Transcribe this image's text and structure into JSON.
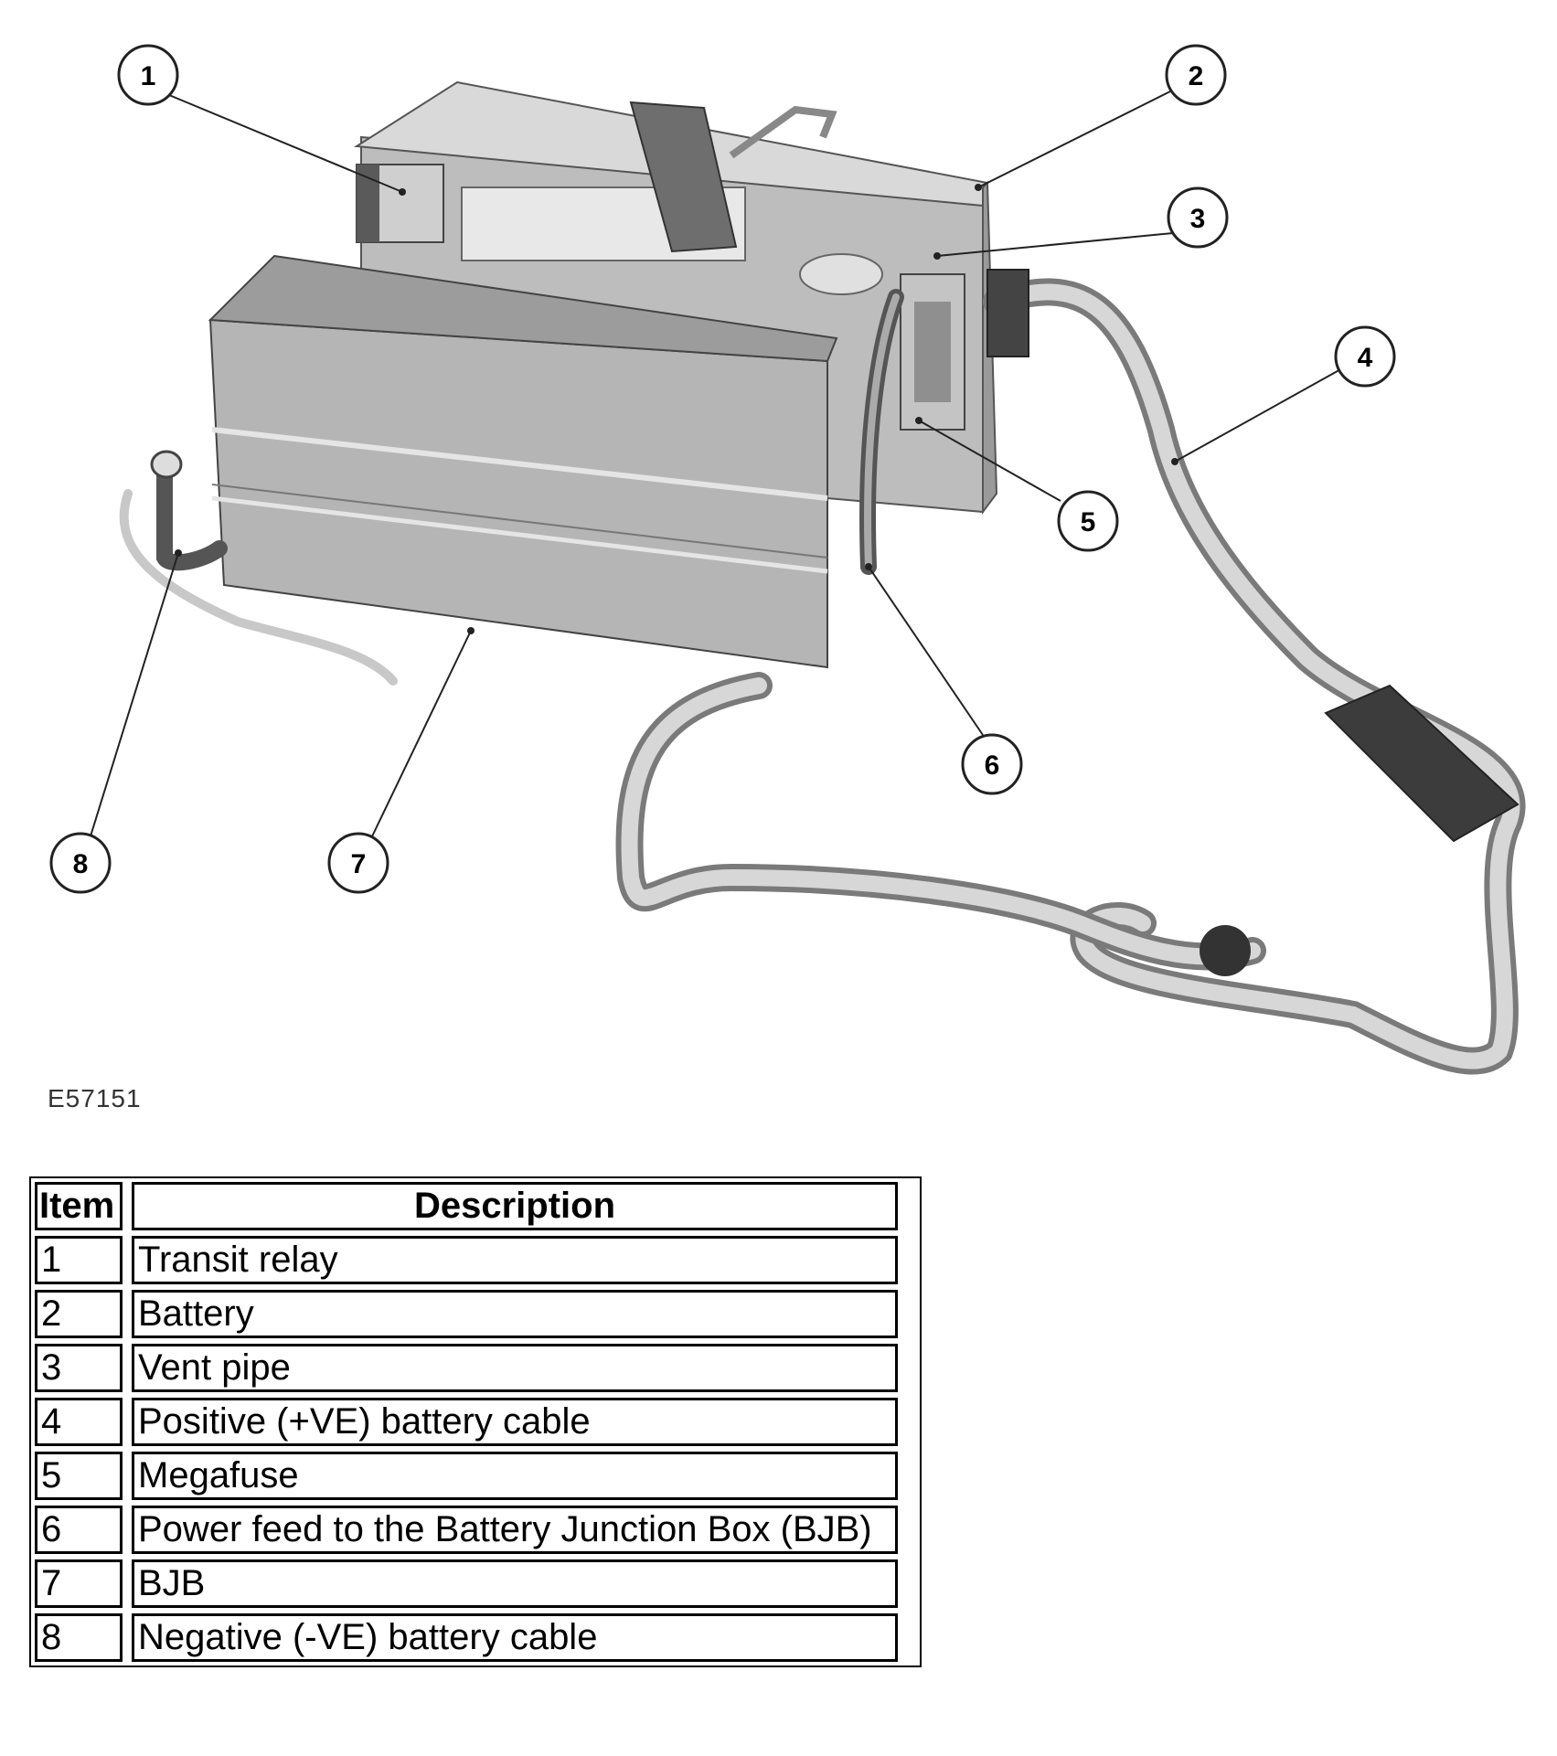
{
  "figure_id": "E57151",
  "callouts": [
    {
      "num": "1",
      "target": "Transit relay"
    },
    {
      "num": "2",
      "target": "Battery"
    },
    {
      "num": "3",
      "target": "Vent pipe"
    },
    {
      "num": "4",
      "target": "Positive (+VE) battery cable"
    },
    {
      "num": "5",
      "target": "Megafuse"
    },
    {
      "num": "6",
      "target": "Power feed to the Battery Junction Box (BJB)"
    },
    {
      "num": "7",
      "target": "BJB"
    },
    {
      "num": "8",
      "target": "Negative (-VE) battery cable"
    }
  ],
  "table": {
    "headers": {
      "item": "Item",
      "description": "Description"
    },
    "rows": [
      {
        "item": "1",
        "description": "Transit relay"
      },
      {
        "item": "2",
        "description": "Battery"
      },
      {
        "item": "3",
        "description": "Vent pipe"
      },
      {
        "item": "4",
        "description": "Positive (+VE) battery cable"
      },
      {
        "item": "5",
        "description": "Megafuse"
      },
      {
        "item": "6",
        "description": "Power feed to the Battery Junction Box (BJB)"
      },
      {
        "item": "7",
        "description": "BJB"
      },
      {
        "item": "8",
        "description": "Negative (-VE) battery cable"
      }
    ]
  }
}
